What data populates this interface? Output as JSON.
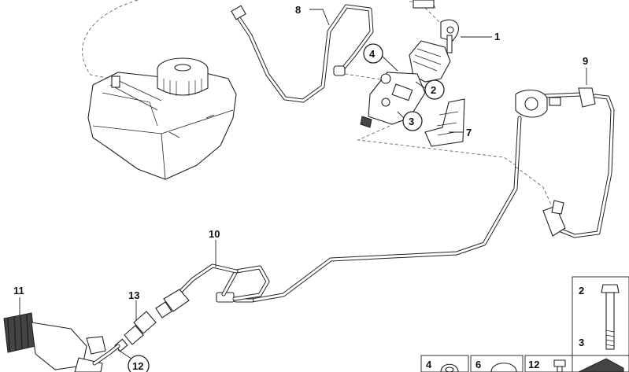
{
  "callouts": {
    "c1": "1",
    "c2": "2",
    "c3": "3",
    "c4": "4",
    "c7": "7",
    "c8": "8",
    "c9": "9",
    "c10": "10",
    "c11": "11",
    "c12": "12",
    "c13": "13"
  },
  "inset_boxes": {
    "bolt_top": "2",
    "bolt_bottom": "3",
    "b4": "4",
    "b6": "6",
    "b12": "12"
  }
}
